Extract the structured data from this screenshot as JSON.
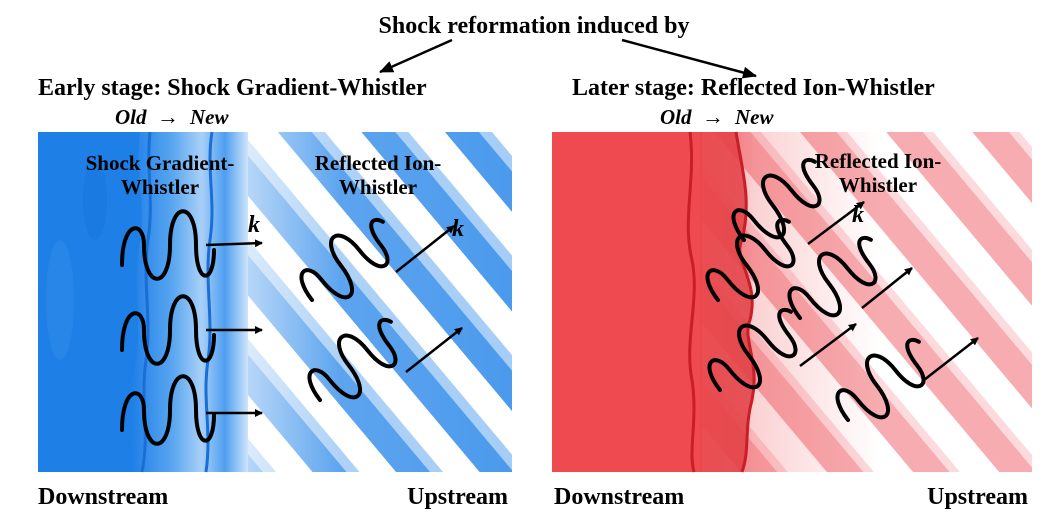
{
  "title": "Shock reformation induced by",
  "left": {
    "stage_title": "Early stage: Shock Gradient-Whistler",
    "old_label": "Old",
    "new_label": "New",
    "arrow_glyph": "→",
    "wave_label_1a": "Shock Gradient-",
    "wave_label_1b": "Whistler",
    "wave_label_2a": "Reflected Ion-",
    "wave_label_2b": "Whistler",
    "k_upper": "k",
    "k_right": "k",
    "bottom_left": "Downstream",
    "bottom_right": "Upstream",
    "color": "#1e7fe6"
  },
  "right": {
    "stage_title": "Later stage: Reflected Ion-Whistler",
    "old_label": "Old",
    "new_label": "New",
    "arrow_glyph": "→",
    "wave_label_a": "Reflected Ion-",
    "wave_label_b": "Whistler",
    "k_label": "k",
    "bottom_left": "Downstream",
    "bottom_right": "Upstream",
    "color": "#ef4a4f"
  }
}
